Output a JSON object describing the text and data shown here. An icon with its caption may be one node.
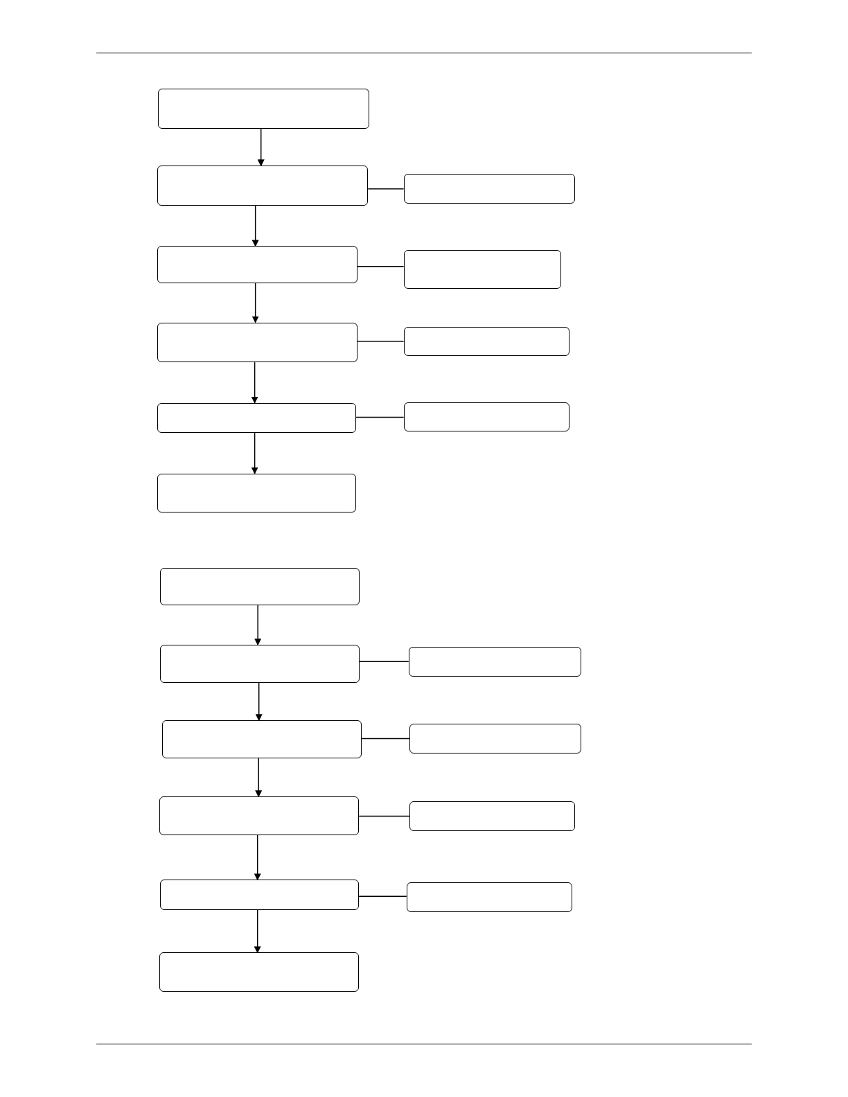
{
  "diagram": {
    "nodes": [
      {
        "text": [],
        "shape": "box"
      },
      {
        "text": [],
        "shape": "box"
      },
      {
        "text": [],
        "shape": "box"
      },
      {
        "text": [],
        "shape": "box"
      },
      {
        "text": [],
        "shape": "box"
      },
      {
        "text": [],
        "shape": "box"
      },
      {
        "text": [],
        "shape": "box"
      },
      {
        "text": [],
        "shape": "box"
      },
      {
        "text": [],
        "shape": "box"
      },
      {
        "text": [],
        "shape": "box"
      },
      {
        "text": [],
        "shape": "box"
      },
      {
        "text": [],
        "shape": "box"
      },
      {
        "text": [],
        "shape": "box"
      },
      {
        "text": [],
        "shape": "box"
      },
      {
        "text": [],
        "shape": "box"
      },
      {
        "text": [],
        "shape": "box"
      },
      {
        "text": [],
        "shape": "box"
      },
      {
        "text": [],
        "shape": "box"
      },
      {
        "text": [],
        "shape": "box"
      },
      {
        "text": [],
        "shape": "box"
      }
    ],
    "edges": [
      {
        "from": 0,
        "to": 1,
        "arrow": "to"
      },
      {
        "from": 1,
        "to": 2,
        "arrow": "none"
      },
      {
        "from": 1,
        "to": 3,
        "arrow": "to"
      },
      {
        "from": 3,
        "to": 4,
        "arrow": "none"
      },
      {
        "from": 3,
        "to": 5,
        "arrow": "to"
      },
      {
        "from": 5,
        "to": 6,
        "arrow": "none"
      },
      {
        "from": 5,
        "to": 7,
        "arrow": "to"
      },
      {
        "from": 7,
        "to": 8,
        "arrow": "none"
      },
      {
        "from": 7,
        "to": 9,
        "arrow": "to"
      },
      {
        "from": 10,
        "to": 11,
        "arrow": "to"
      },
      {
        "from": 11,
        "to": 12,
        "arrow": "none"
      },
      {
        "from": 11,
        "to": 13,
        "arrow": "to"
      },
      {
        "from": 13,
        "to": 14,
        "arrow": "none"
      },
      {
        "from": 13,
        "to": 15,
        "arrow": "to"
      },
      {
        "from": 15,
        "to": 16,
        "arrow": "none"
      },
      {
        "from": 15,
        "to": 17,
        "arrow": "to"
      },
      {
        "from": 17,
        "to": 18,
        "arrow": "none"
      },
      {
        "from": 17,
        "to": 19,
        "arrow": "to"
      }
    ]
  }
}
